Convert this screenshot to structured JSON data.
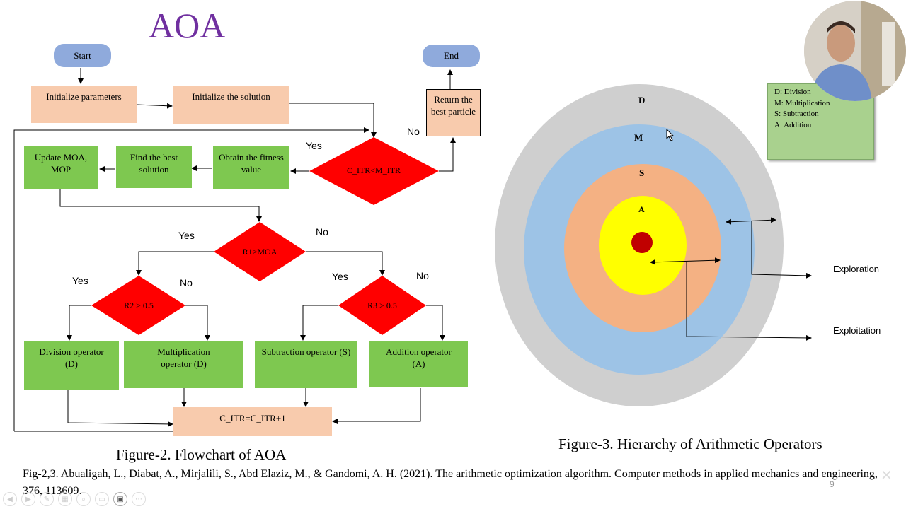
{
  "slide": {
    "title": "AOA",
    "page_number": "9"
  },
  "flowchart": {
    "start": "Start",
    "end": "End",
    "init_params": "Initialize parameters",
    "init_solution": "Initialize the solution",
    "return_best": "Return the best particle",
    "cond_main": "C_ITR<M_ITR",
    "obtain_fitness": "Obtain the fitness value",
    "find_best": "Find the best solution",
    "update": "Update MOA, MOP",
    "cond_r1": "R1>MOA",
    "cond_r2": "R2 > 0.5",
    "cond_r3": "R3 > 0.5",
    "division": "Division operator (D)",
    "multiplication": "Multiplication operator (D)",
    "subtraction": "Subtraction operator (S)",
    "addition": "Addition operator (A)",
    "increment": "C_ITR=C_ITR+1",
    "labels": {
      "yes_main": "Yes",
      "no_main": "No",
      "yes_r1": "Yes",
      "no_r1": "No",
      "yes_r2": "Yes",
      "no_r2": "No",
      "yes_r3": "Yes",
      "no_r3": "No"
    },
    "caption": "Figure-2. Flowchart of AOA",
    "colors": {
      "terminal": "#8faadc",
      "process_peach": "#f8cbad",
      "process_green": "#7ec850",
      "decision": "#ff0000"
    }
  },
  "hierarchy": {
    "rings": [
      {
        "letter": "D",
        "color": "#cfcfcf"
      },
      {
        "letter": "M",
        "color": "#9dc3e6"
      },
      {
        "letter": "S",
        "color": "#f4b183"
      },
      {
        "letter": "A",
        "color": "#ffff00"
      }
    ],
    "core_color": "#c00000",
    "legend": [
      "D: Division",
      "M: Multiplication",
      "S: Subtraction",
      "A: Addition"
    ],
    "exploration": "Exploration",
    "exploitation": "Exploitation",
    "caption": "Figure-3. Hierarchy of Arithmetic Operators"
  },
  "reference": "Fig-2,3.  Abualigah, L., Diabat, A., Mirjalili, S., Abd Elaziz, M., & Gandomi, A. H. (2021). The arithmetic optimization algorithm. Computer methods in applied mechanics and engineering, 376, 113609."
}
